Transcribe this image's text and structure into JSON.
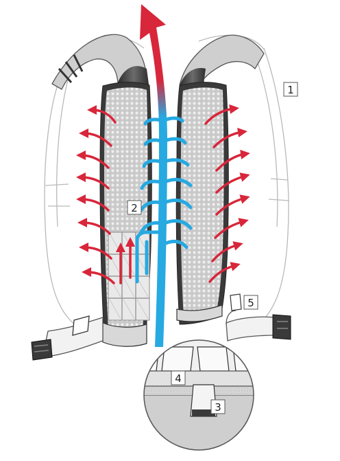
{
  "callouts": [
    {
      "id": "1",
      "label": "1"
    },
    {
      "id": "2",
      "label": "2"
    },
    {
      "id": "3",
      "label": "3"
    },
    {
      "id": "4",
      "label": "4"
    },
    {
      "id": "5",
      "label": "5"
    }
  ],
  "colors": {
    "warm_airflow": "#d8263a",
    "cool_airflow": "#27a9e1",
    "mesh_panel": "#b9b9b9",
    "padding": "#e8e8e8",
    "strap_dark": "#3a3a3a",
    "outline": "#b5b5b5"
  },
  "icons": {
    "warm_air": "red-arrow-icon",
    "cool_air": "blue-arrow-icon",
    "buckle": "buckle-icon"
  }
}
